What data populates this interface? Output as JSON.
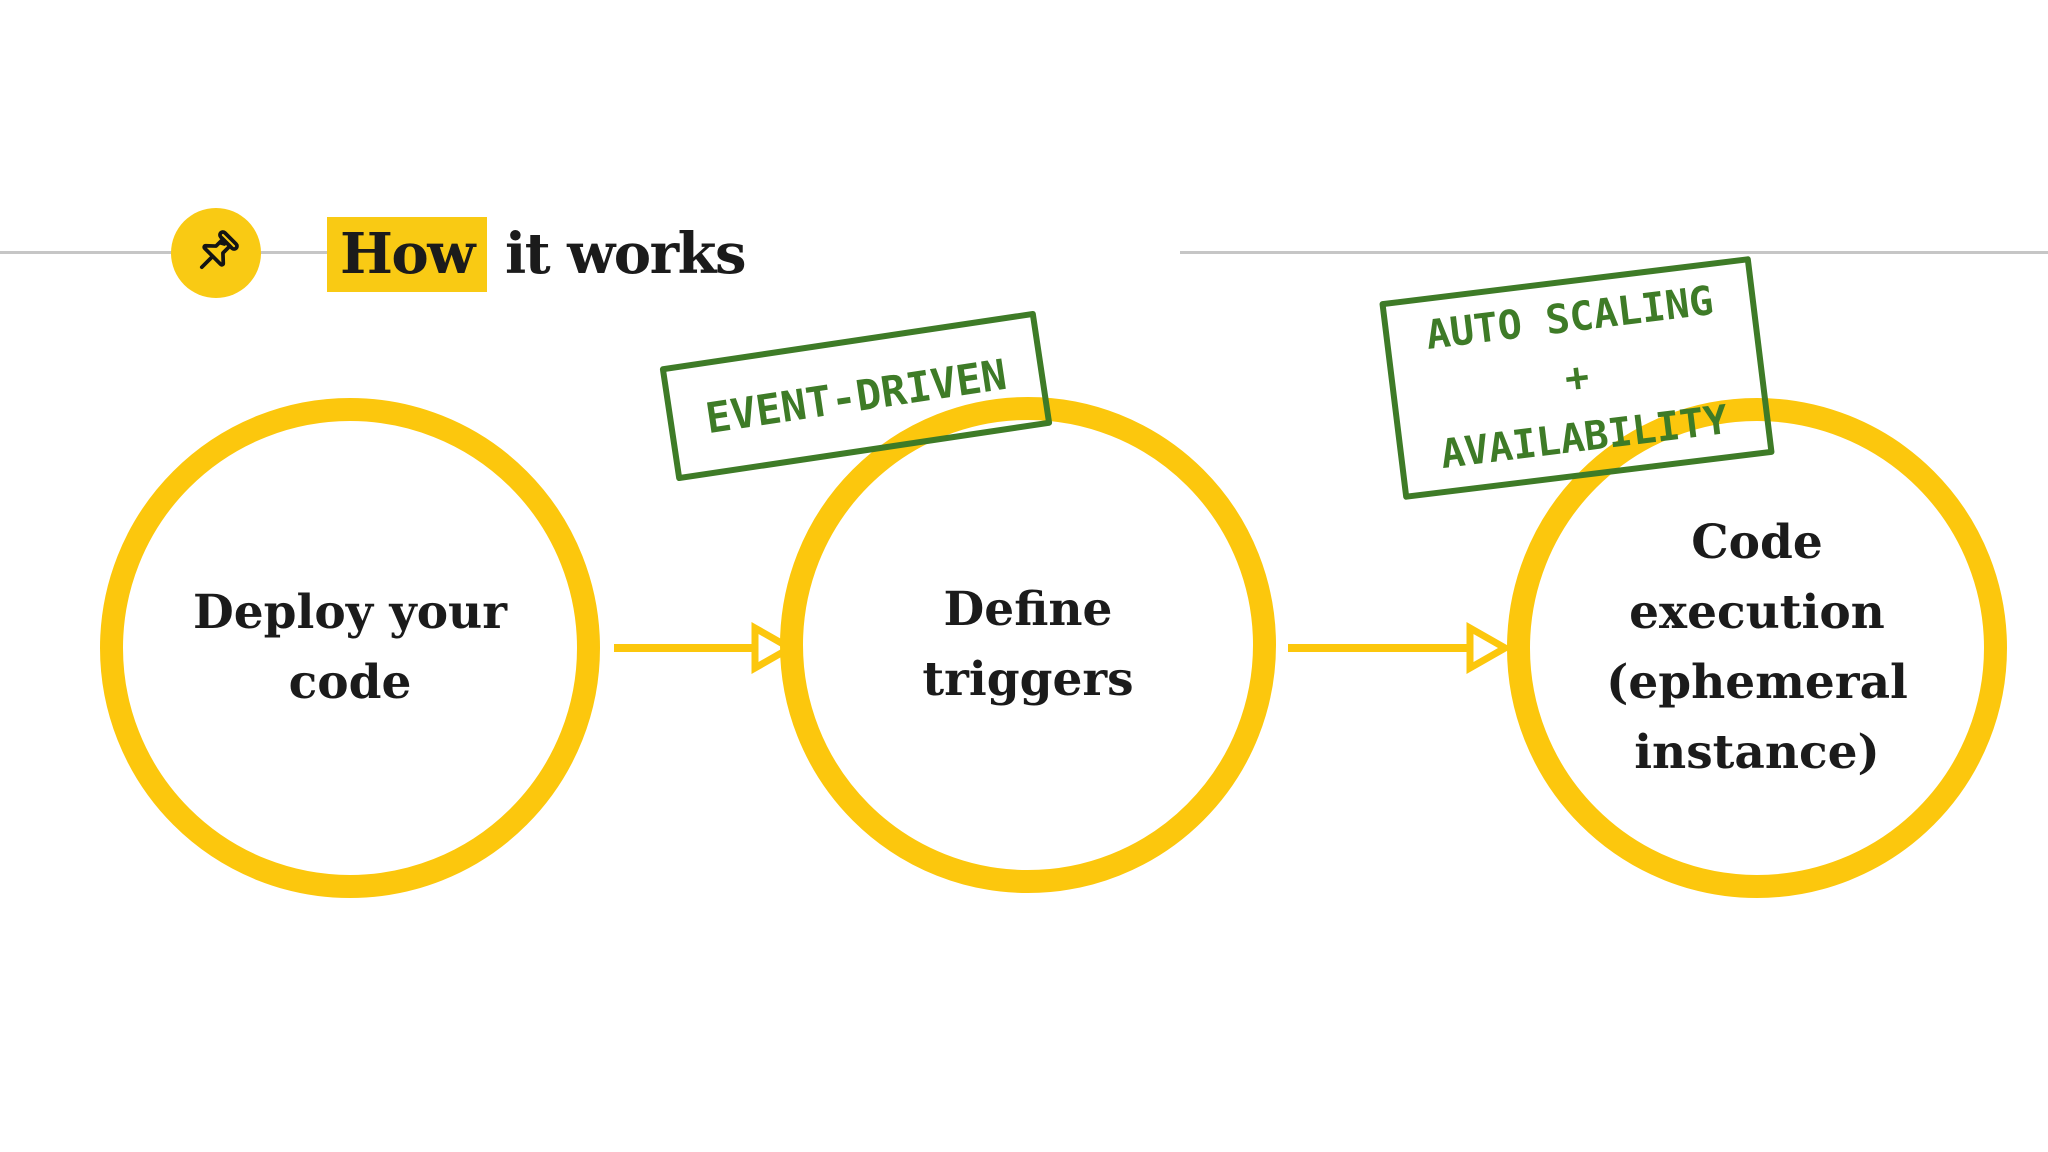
{
  "title": {
    "highlight_word": "How",
    "rest": " it works"
  },
  "steps": [
    {
      "id": "deploy-your-code",
      "lines": [
        "Deploy your",
        "code"
      ]
    },
    {
      "id": "define-triggers",
      "lines": [
        "Define",
        "triggers"
      ]
    },
    {
      "id": "code-execution",
      "lines": [
        "Code",
        "execution",
        "(ephemeral",
        "instance)"
      ]
    }
  ],
  "stamps": [
    {
      "id": "event-driven",
      "lines": [
        "EVENT-DRIVEN"
      ]
    },
    {
      "id": "auto-scaling-availability",
      "lines": [
        "AUTO SCALING",
        "+",
        "AVAILABILITY"
      ]
    }
  ],
  "icons": {
    "pin": "pushpin-icon"
  },
  "colors": {
    "accent_yellow": "#FCC70D",
    "highlight_yellow": "#F9CA14",
    "stamp_green": "#3E7B27",
    "line_gray": "#C6C6C6",
    "text_black": "#1B1B1B"
  }
}
